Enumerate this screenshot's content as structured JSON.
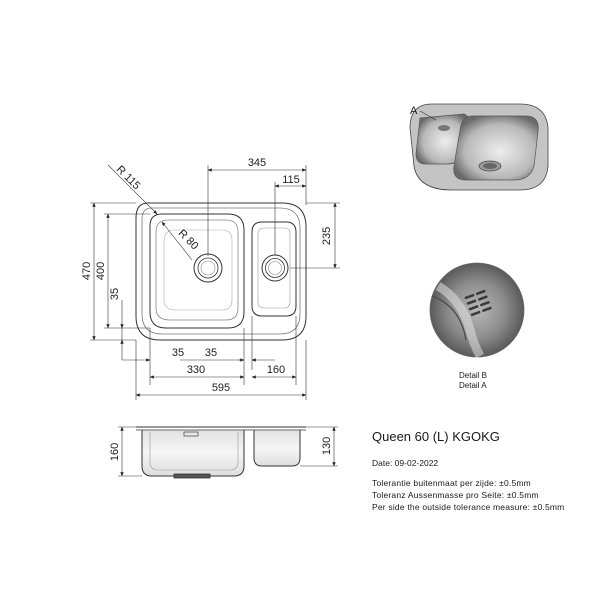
{
  "product": {
    "title": "Queen 60 (L) KGOKG",
    "date": "Date: 09-02-2022"
  },
  "tolerance": {
    "nl": "Tolerantie buitenmaat per zijde: ±0.5mm",
    "de": "Toleranz Aussenmasse pro Seite: ±0.5mm",
    "en": "Per side the outside tolerance measure: ±0.5mm"
  },
  "details": {
    "detail_b": "Detail B",
    "detail_a": "Detail A",
    "callout_a": "A"
  },
  "dimensions": {
    "overall_width": "595",
    "left_bowl_width": "330",
    "right_bowl_width": "160",
    "top_to_waste": "345",
    "right_offset": "115",
    "left_waste_offset": "35",
    "gap_offset": "35",
    "overall_height": "470",
    "bowl_height": "400",
    "bottom_offset": "35",
    "right_bowl_height": "235",
    "corner_outer_radius": "R 115",
    "corner_inner_radius": "R 80",
    "left_depth": "160",
    "right_depth": "130"
  },
  "colors": {
    "line": "#2a2a2a",
    "steel_dark": "#6e6e6e",
    "steel_light": "#d9d9d9"
  }
}
